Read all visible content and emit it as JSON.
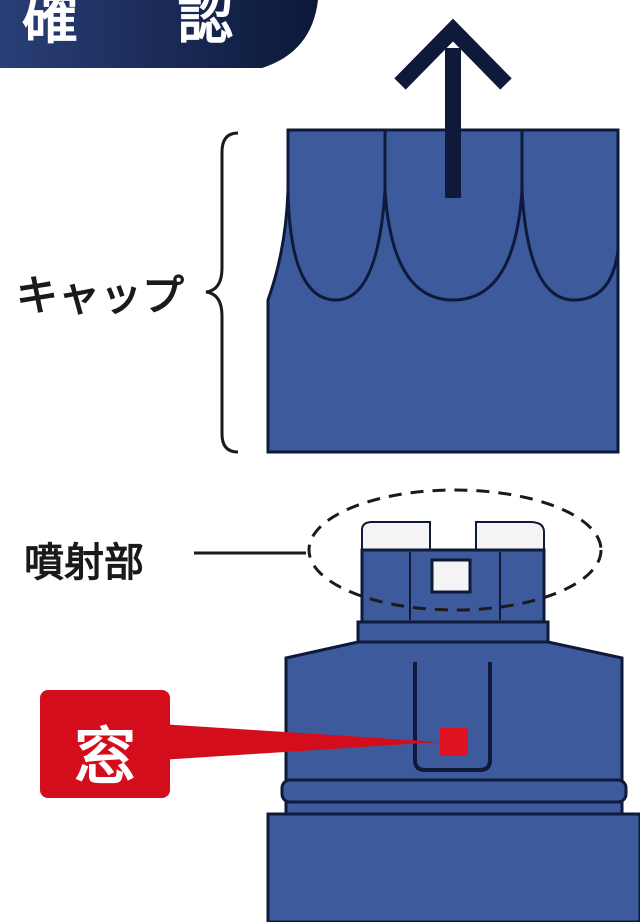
{
  "heading": {
    "text": "確 認"
  },
  "labels": {
    "cap": "キャップ",
    "nozzle": "噴射部",
    "window": "窓"
  },
  "colors": {
    "body_blue": "#3d5a9c",
    "outline": "#0f1a3a",
    "heading_navy": "#142350",
    "window_red": "#d40d1c",
    "nozzle_tip": "#f4f4f4"
  },
  "icons": {
    "arrow": "arrow-up-icon",
    "bracket": "curly-brace-icon"
  }
}
